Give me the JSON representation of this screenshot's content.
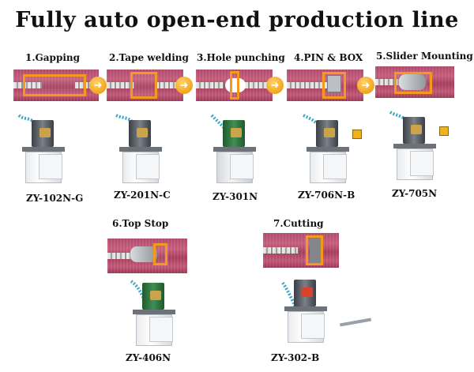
{
  "title": "Fully auto open-end production line",
  "steps": [
    {
      "label": "1.Gapping",
      "model": "ZY-102N-G"
    },
    {
      "label": "2.Tape welding",
      "model": "ZY-201N-C"
    },
    {
      "label": "3.Hole punching",
      "model": "ZY-301N"
    },
    {
      "label": "4.PIN & BOX",
      "model": "ZY-706N-B"
    },
    {
      "label": "5.Slider Mounting",
      "model": "ZY-705N"
    },
    {
      "label": "6.Top Stop",
      "model": "ZY-406N"
    },
    {
      "label": "7.Cutting",
      "model": "ZY-302-B"
    }
  ],
  "colors": {
    "highlight": "#f39a1e",
    "tape": "#b34d6e",
    "arrow": "#f2a51a"
  },
  "icons": {
    "arrow": "arrow-right-icon"
  }
}
